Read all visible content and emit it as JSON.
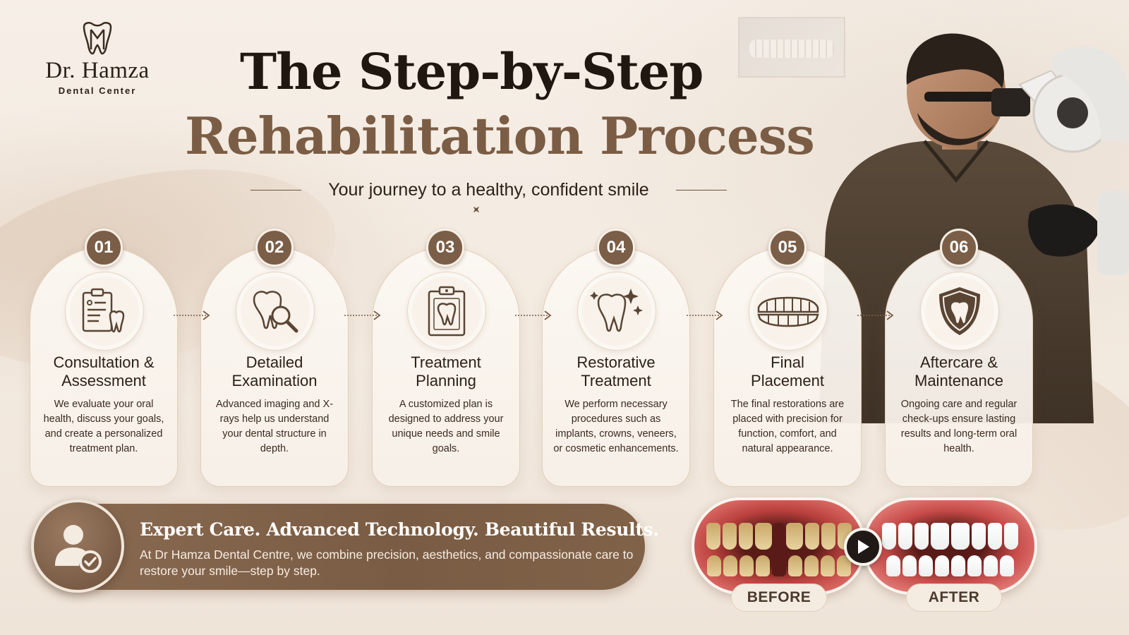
{
  "brand": {
    "name": "Dr. Hamza",
    "subtitle": "Dental Center"
  },
  "header": {
    "title_line1": "The Step-by-Step",
    "title_line2": "Rehabilitation Process",
    "tagline": "Your journey to a healthy, confident smile"
  },
  "colors": {
    "accent_brown": "#7b5e47",
    "title_dark": "#1f1710",
    "title_brown": "#7b5d45",
    "background": "#f4ebe1"
  },
  "steps": [
    {
      "number": "01",
      "title_line1": "Consultation &",
      "title_line2": "Assessment",
      "description": "We evaluate your oral health, discuss your goals, and create a personalized treatment plan.",
      "icon": "clipboard-tooth-icon"
    },
    {
      "number": "02",
      "title_line1": "Detailed",
      "title_line2": "Examination",
      "description": "Advanced imaging and X-rays help us understand your dental structure in depth.",
      "icon": "tooth-magnifier-icon"
    },
    {
      "number": "03",
      "title_line1": "Treatment",
      "title_line2": "Planning",
      "description": "A customized plan is designed to address your unique needs and smile goals.",
      "icon": "tooth-plan-icon"
    },
    {
      "number": "04",
      "title_line1": "Restorative",
      "title_line2": "Treatment",
      "description": "We perform necessary procedures such as implants, crowns, veneers, or cosmetic enhancements.",
      "icon": "sparkling-tooth-icon"
    },
    {
      "number": "05",
      "title_line1": "Final",
      "title_line2": "Placement",
      "description": "The final restorations are placed with precision for function, comfort, and natural appearance.",
      "icon": "dental-arch-icon"
    },
    {
      "number": "06",
      "title_line1": "Aftercare &",
      "title_line2": "Maintenance",
      "description": "Ongoing care and regular check-ups ensure lasting results and long-term oral health.",
      "icon": "shield-tooth-icon"
    }
  ],
  "banner": {
    "headline": "Expert Care. Advanced Technology. Beautiful Results.",
    "text": "At Dr Hamza Dental Centre, we combine precision, aesthetics, and compassionate care to restore your smile—step by step.",
    "icon": "patient-check-icon"
  },
  "comparison": {
    "before_label": "BEFORE",
    "after_label": "AFTER",
    "play_icon": "play-icon"
  }
}
